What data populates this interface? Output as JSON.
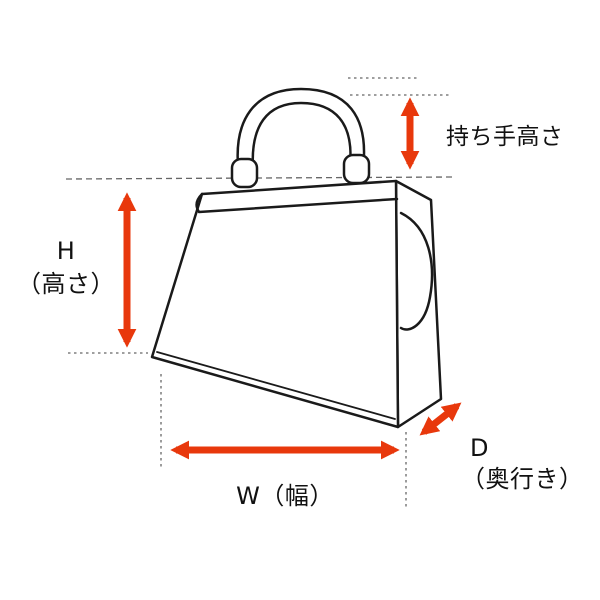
{
  "diagram": {
    "labels": {
      "handle_height": "持ち手高さ",
      "height_letter": "H",
      "height_word": "（高さ）",
      "width": "W（幅）",
      "depth_letter": "D",
      "depth_word": "（奥行き）"
    },
    "colors": {
      "arrow": "#e8380c",
      "outline": "#1a1a1a",
      "guide": "#666666",
      "background": "#ffffff"
    }
  }
}
